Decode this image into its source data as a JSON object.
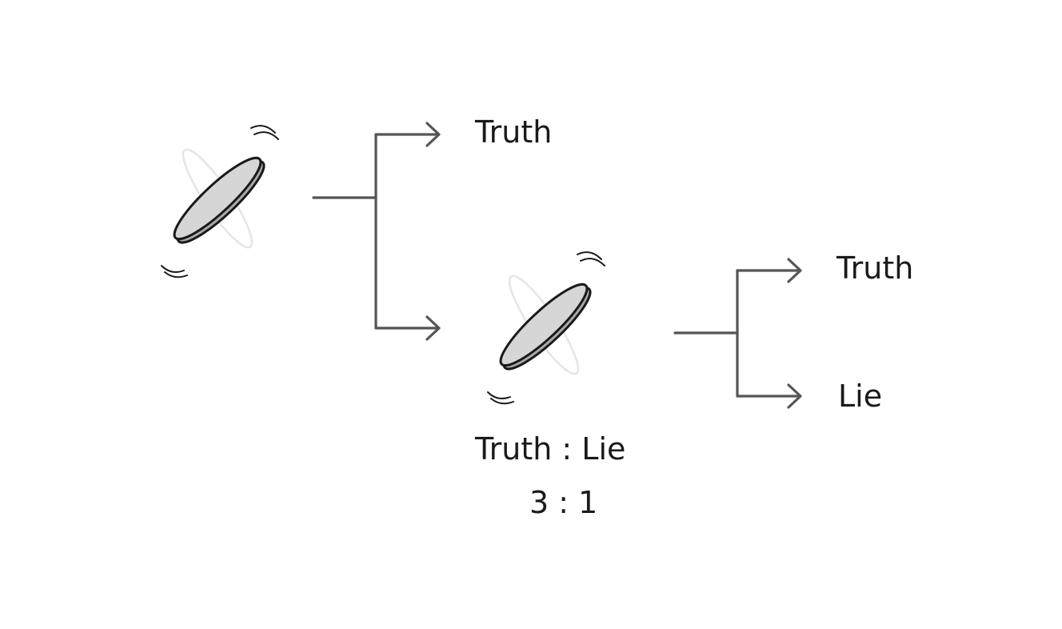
{
  "diagram": {
    "first_toss": {
      "coin_icon": "spinning-coin-icon",
      "outcome_top": "Truth"
    },
    "second_toss": {
      "coin_icon": "spinning-coin-icon",
      "outcome_top": "Truth",
      "outcome_bottom": "Lie"
    },
    "ratio": {
      "label": "Truth : Lie",
      "value": "3 : 1"
    },
    "colors": {
      "arrow": "#555555",
      "coin_face": "#d6d6d6",
      "coin_rim": "#a9a9a9",
      "outline": "#1a1a1a",
      "text": "#1a1a1a"
    }
  }
}
